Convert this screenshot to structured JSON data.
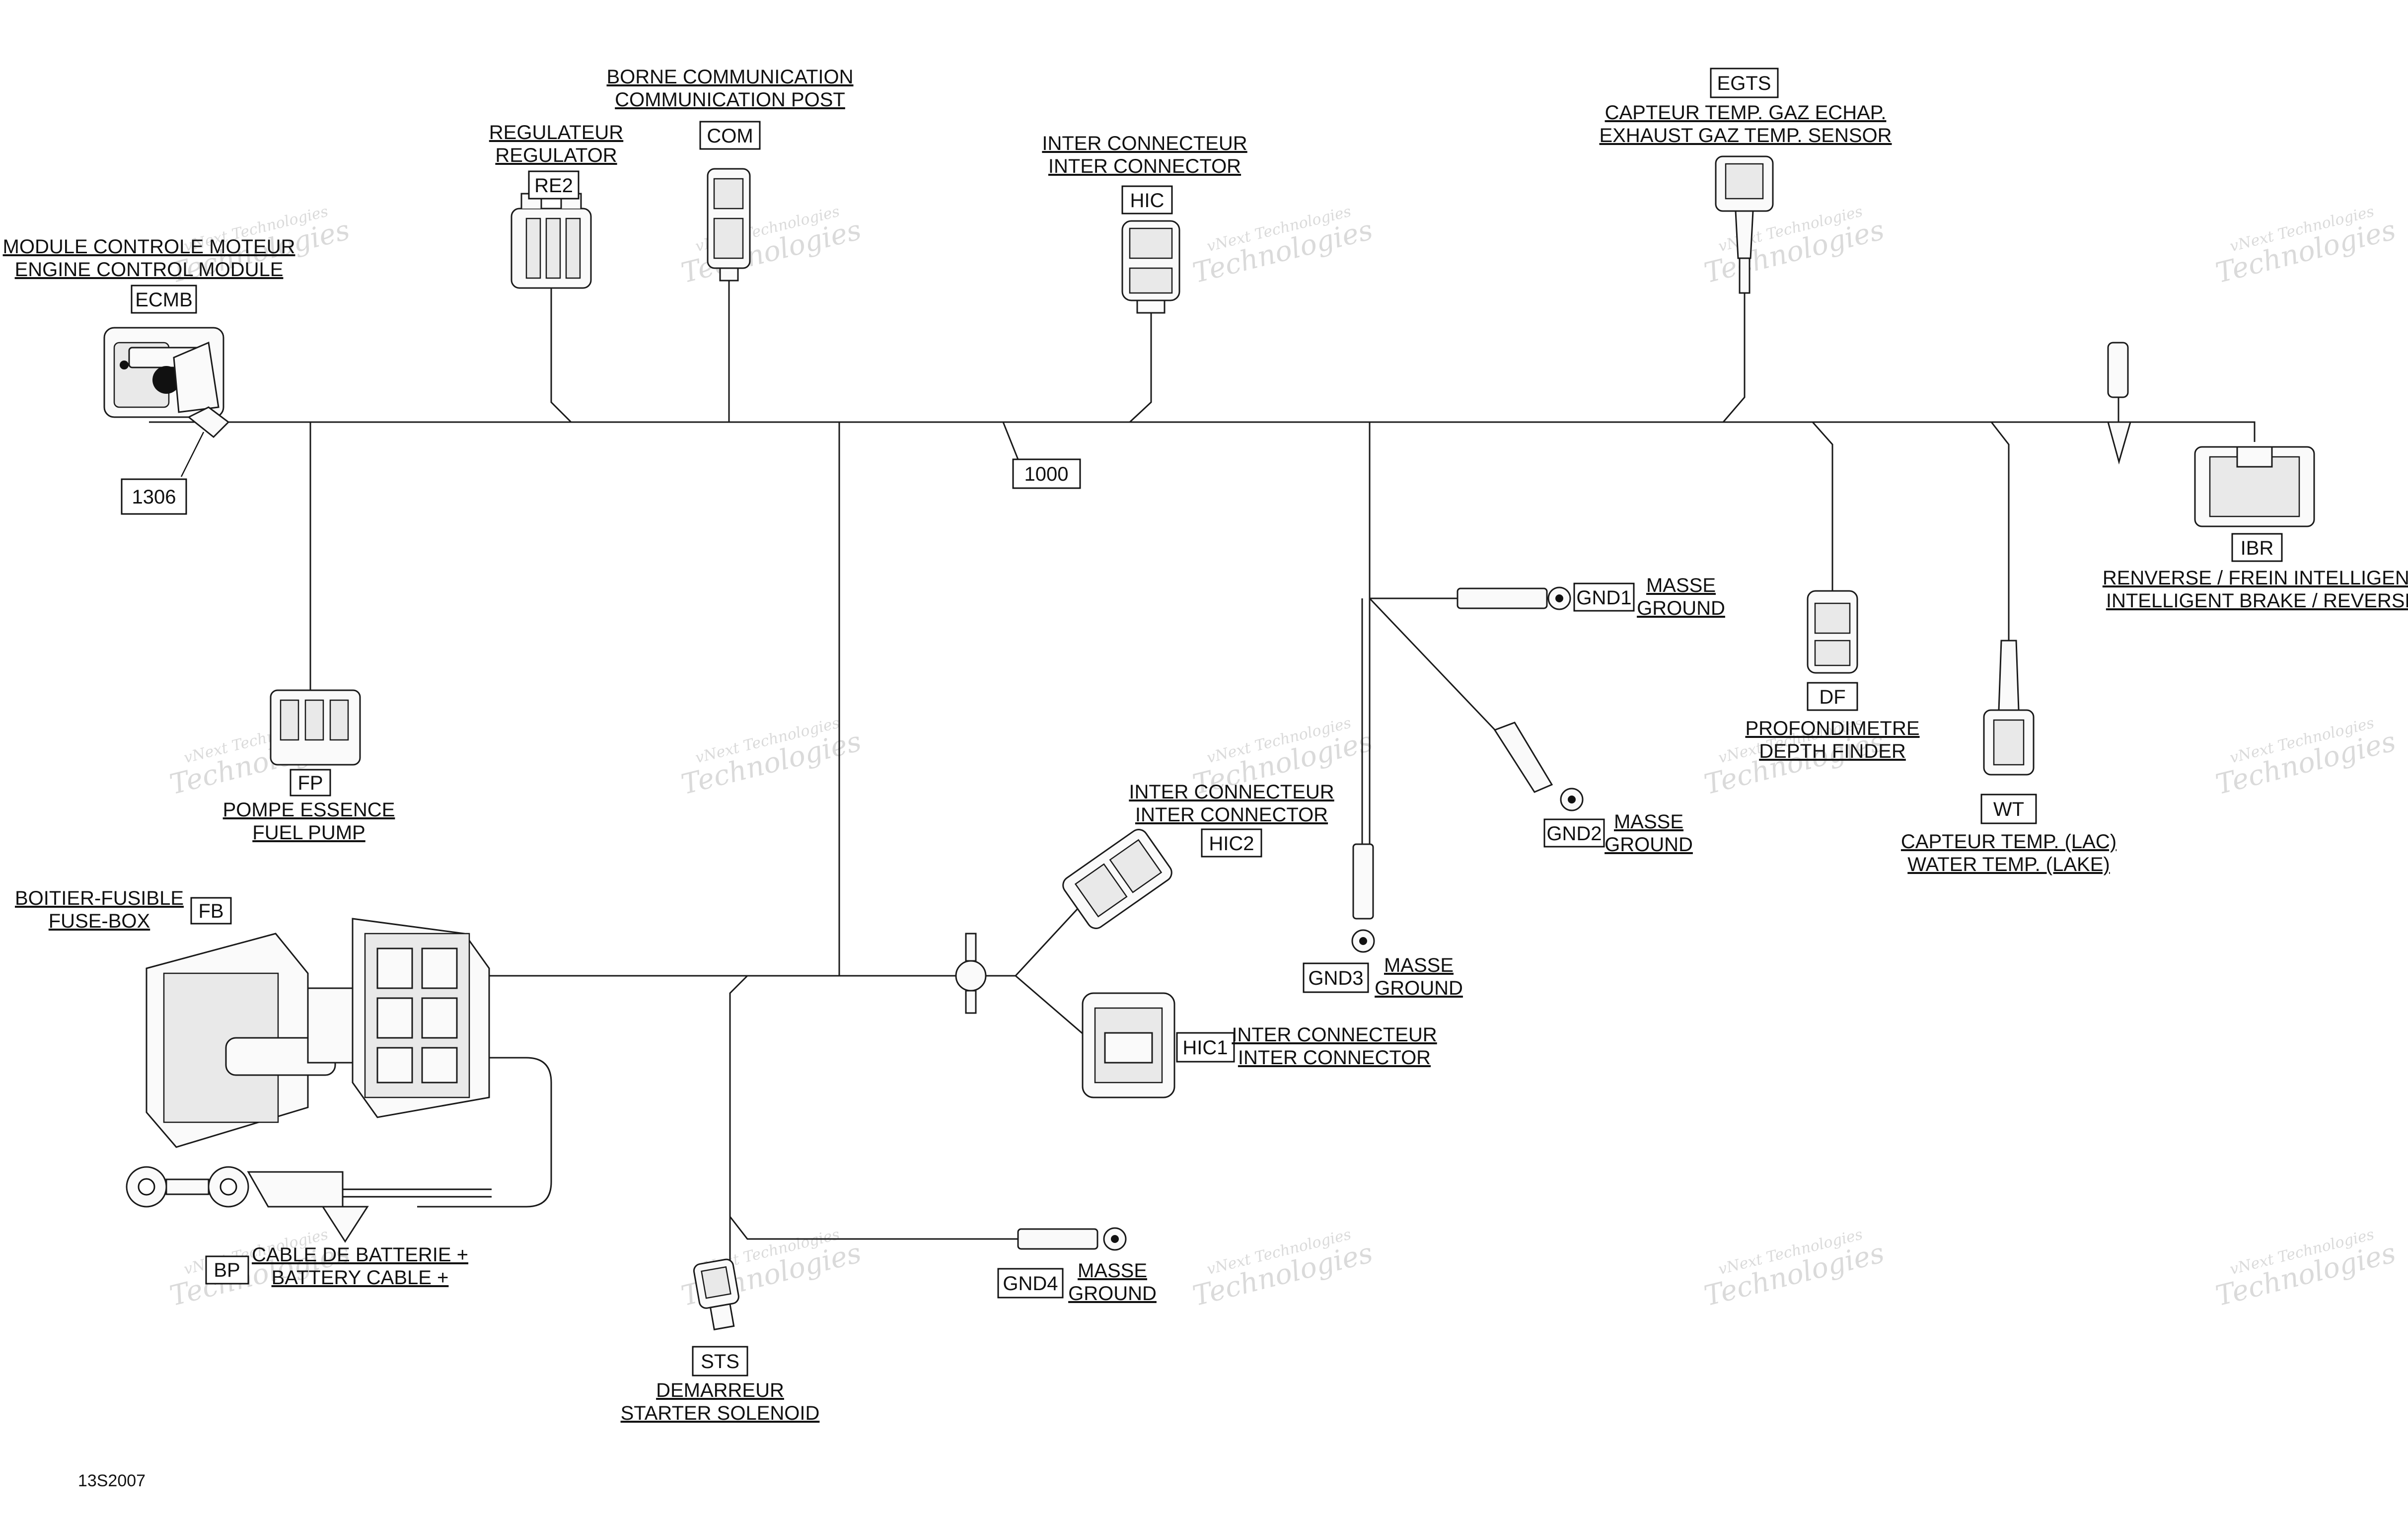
{
  "drawing": {
    "figure_number": "13S2007",
    "harness_number": "1000"
  },
  "watermark": {
    "line1": "vNext Technologies",
    "line2": "Technologies"
  },
  "components": {
    "ecmb": {
      "code": "ECMB",
      "label_fr": "MODULE CONTROLE MOTEUR",
      "label_en": "ENGINE CONTROL MODULE"
    },
    "ref_1306": {
      "code": "1306"
    },
    "re2": {
      "code": "RE2",
      "label_fr": "REGULATEUR",
      "label_en": "REGULATOR"
    },
    "com": {
      "code": "COM",
      "label_fr": "BORNE COMMUNICATION",
      "label_en": "COMMUNICATION POST"
    },
    "hic": {
      "code": "HIC",
      "label_fr": "INTER CONNECTEUR",
      "label_en": "INTER CONNECTOR"
    },
    "egts": {
      "code": "EGTS",
      "label_fr": "CAPTEUR TEMP. GAZ ECHAP.",
      "label_en": "EXHAUST GAZ TEMP. SENSOR"
    },
    "ibr": {
      "code": "IBR",
      "label_fr": "RENVERSE / FREIN INTELLIGENT",
      "label_en": "INTELLIGENT BRAKE / REVERSE"
    },
    "gnd1": {
      "code": "GND1",
      "label_fr": "MASSE",
      "label_en": "GROUND"
    },
    "df": {
      "code": "DF",
      "label_fr": "PROFONDIMETRE",
      "label_en": "DEPTH FINDER"
    },
    "gnd2": {
      "code": "GND2",
      "label_fr": "MASSE",
      "label_en": "GROUND"
    },
    "wt": {
      "code": "WT",
      "label_fr": "CAPTEUR TEMP. (LAC)",
      "label_en": "WATER TEMP. (LAKE)"
    },
    "fp": {
      "code": "FP",
      "label_fr": "POMPE ESSENCE",
      "label_en": "FUEL PUMP"
    },
    "hic2": {
      "code": "HIC2",
      "label_fr": "INTER CONNECTEUR",
      "label_en": "INTER CONNECTOR"
    },
    "gnd3": {
      "code": "GND3",
      "label_fr": "MASSE",
      "label_en": "GROUND"
    },
    "fb": {
      "code": "FB",
      "label_fr": "BOITIER-FUSIBLE",
      "label_en": "FUSE-BOX"
    },
    "hic1": {
      "code": "HIC1",
      "label_fr": "INTER CONNECTEUR",
      "label_en": "INTER CONNECTOR"
    },
    "bp": {
      "code": "BP",
      "label_fr": "CABLE DE BATTERIE +",
      "label_en": "BATTERY CABLE +"
    },
    "gnd4": {
      "code": "GND4",
      "label_fr": "MASSE",
      "label_en": "GROUND"
    },
    "sts": {
      "code": "STS",
      "label_fr": "DEMARREUR",
      "label_en": "STARTER SOLENOID"
    }
  }
}
